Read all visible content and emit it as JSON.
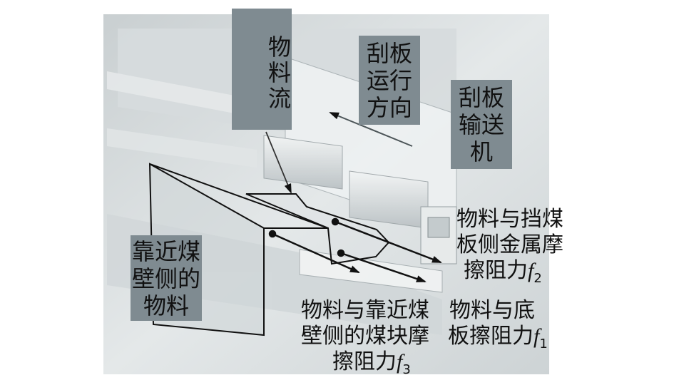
{
  "labels": {
    "material_flow": "物料流",
    "scraper_direction": [
      "刮板",
      "运行",
      "方向"
    ],
    "scraper_conveyor": [
      "刮板",
      "输送",
      "机"
    ],
    "near_wall_material": [
      "靠近煤",
      "壁侧的",
      "物料"
    ],
    "f2": {
      "lines": [
        "物料与挡煤",
        "板侧金属摩"
      ],
      "last": "擦阻力",
      "symbol": "f",
      "sub": "2"
    },
    "f1": {
      "lines": [
        "物料与底"
      ],
      "last": "板擦阻力",
      "symbol": "f",
      "sub": "1"
    },
    "f3": {
      "lines": [
        "物料与靠近煤",
        "壁侧的煤块摩"
      ],
      "last": "擦阻力",
      "symbol": "f",
      "sub": "3"
    }
  },
  "colors": {
    "label_box": "#7f8b91",
    "arrow": "#111111",
    "scene_bg": "#dfe3e4"
  }
}
